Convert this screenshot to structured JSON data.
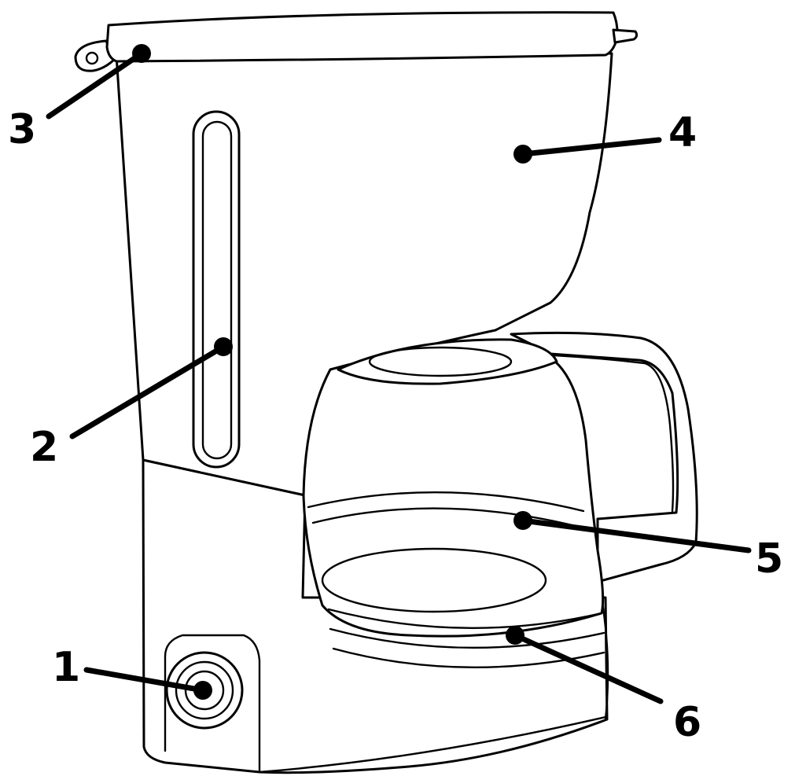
{
  "diagram": {
    "subject": "coffee-maker",
    "colors": {
      "line": "#000000",
      "background": "#ffffff"
    },
    "callouts": [
      {
        "id": "c1",
        "label": "1",
        "part_icon": "power-switch-icon"
      },
      {
        "id": "c2",
        "label": "2",
        "part_icon": "water-level-window-icon"
      },
      {
        "id": "c3",
        "label": "3",
        "part_icon": "lid-icon"
      },
      {
        "id": "c4",
        "label": "4",
        "part_icon": "water-tank-icon"
      },
      {
        "id": "c5",
        "label": "5",
        "part_icon": "glass-carafe-icon"
      },
      {
        "id": "c6",
        "label": "6",
        "part_icon": "hot-plate-icon"
      }
    ]
  }
}
